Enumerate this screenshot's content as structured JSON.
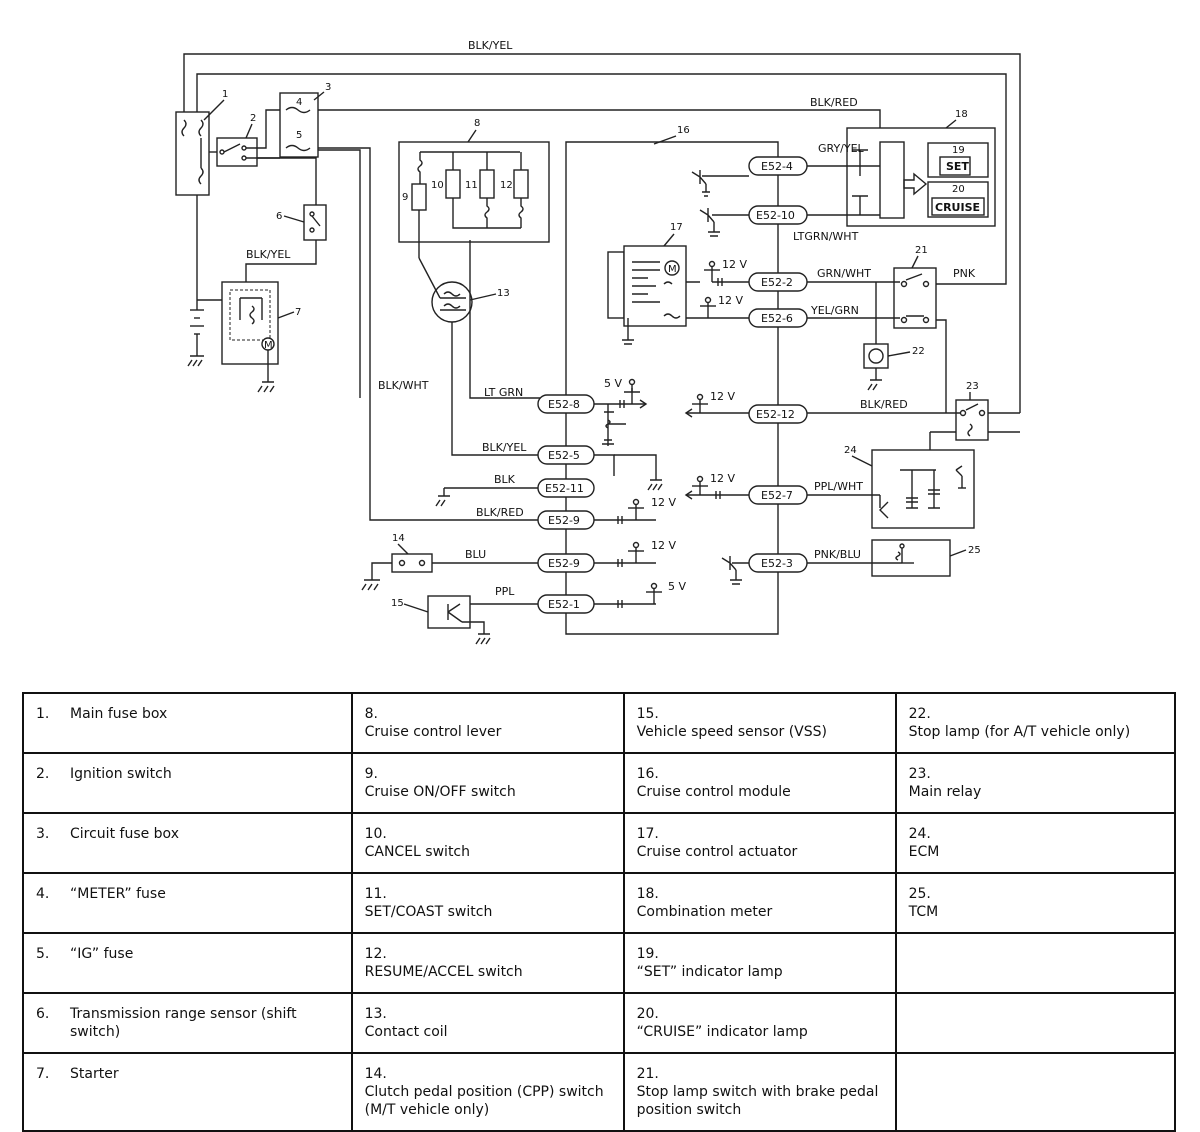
{
  "wire_labels": {
    "blk_yel_top": "BLK/YEL",
    "blk_red_top": "BLK/RED",
    "gry_yel": "GRY/YEL",
    "ltgrn_wht": "LTGRN/WHT",
    "grn_wht": "GRN/WHT",
    "pnk": "PNK",
    "yel_grn": "YEL/GRN",
    "blk_yel_left": "BLK/YEL",
    "blk_wht": "BLK/WHT",
    "lt_grn": "LT GRN",
    "blk_yel_mid": "BLK/YEL",
    "blk": "BLK",
    "blk_red_mid": "BLK/RED",
    "blu": "BLU",
    "ppl": "PPL",
    "blk_red_right": "BLK/RED",
    "ppl_wht": "PPL/WHT",
    "pnk_blu": "PNK/BLU"
  },
  "voltages": {
    "v12_e52_2": "12 V",
    "v12_e52_6": "12 V",
    "v5_e52_8": "5 V",
    "v12_e52_12": "12 V",
    "v12_e52_7": "12 V",
    "v12_e52_9a": "12 V",
    "v12_e52_9b": "12 V",
    "v5_e52_1": "5 V"
  },
  "pins": {
    "e52_4": "E52-4",
    "e52_10": "E52-10",
    "e52_2": "E52-2",
    "e52_6": "E52-6",
    "e52_8": "E52-8",
    "e52_12": "E52-12",
    "e52_5": "E52-5",
    "e52_11": "E52-11",
    "e52_7": "E52-7",
    "e52_9a": "E52-9",
    "e52_9b": "E52-9",
    "e52_3": "E52-3",
    "e52_1": "E52-1"
  },
  "callouts": {
    "c1": "1",
    "c2": "2",
    "c3": "3",
    "c4": "4",
    "c5": "5",
    "c6": "6",
    "c7": "7",
    "c8": "8",
    "c9": "9",
    "c10": "10",
    "c11": "11",
    "c12": "12",
    "c13": "13",
    "c14": "14",
    "c15": "15",
    "c16": "16",
    "c17": "17",
    "c18": "18",
    "c19": "19",
    "c20": "20",
    "c21": "21",
    "c22": "22",
    "c23": "23",
    "c24": "24",
    "c25": "25"
  },
  "meter": {
    "set_label": "SET",
    "cruise_label": "CRUISE",
    "motor_symbol": "M",
    "starter_symbol": "M"
  },
  "legend": [
    [
      {
        "num": "1.",
        "text": "Main fuse box"
      },
      {
        "num": "8.",
        "text": "Cruise control lever"
      },
      {
        "num": "15.",
        "text": "Vehicle speed sensor (VSS)"
      },
      {
        "num": "22.",
        "text": "Stop lamp (for A/T vehicle only)"
      }
    ],
    [
      {
        "num": "2.",
        "text": "Ignition switch"
      },
      {
        "num": "9.",
        "text": "Cruise ON/OFF switch"
      },
      {
        "num": "16.",
        "text": "Cruise control module"
      },
      {
        "num": "23.",
        "text": "Main relay"
      }
    ],
    [
      {
        "num": "3.",
        "text": "Circuit fuse box"
      },
      {
        "num": "10.",
        "text": "CANCEL switch"
      },
      {
        "num": "17.",
        "text": "Cruise control actuator"
      },
      {
        "num": "24.",
        "text": "ECM"
      }
    ],
    [
      {
        "num": "4.",
        "text": "“METER” fuse"
      },
      {
        "num": "11.",
        "text": "SET/COAST switch"
      },
      {
        "num": "18.",
        "text": "Combination meter"
      },
      {
        "num": "25.",
        "text": "TCM"
      }
    ],
    [
      {
        "num": "5.",
        "text": "“IG” fuse"
      },
      {
        "num": "12.",
        "text": "RESUME/ACCEL switch"
      },
      {
        "num": "19.",
        "text": "“SET” indicator lamp"
      },
      {
        "num": "",
        "text": ""
      }
    ],
    [
      {
        "num": "6.",
        "text": "Transmission range sensor (shift switch)"
      },
      {
        "num": "13.",
        "text": "Contact coil"
      },
      {
        "num": "20.",
        "text": "“CRUISE” indicator lamp"
      },
      {
        "num": "",
        "text": ""
      }
    ],
    [
      {
        "num": "7.",
        "text": "Starter"
      },
      {
        "num": "14.",
        "text": "Clutch pedal position (CPP) switch (M/T vehicle only)"
      },
      {
        "num": "21.",
        "text": "Stop lamp switch with brake pedal position switch"
      },
      {
        "num": "",
        "text": ""
      }
    ]
  ]
}
